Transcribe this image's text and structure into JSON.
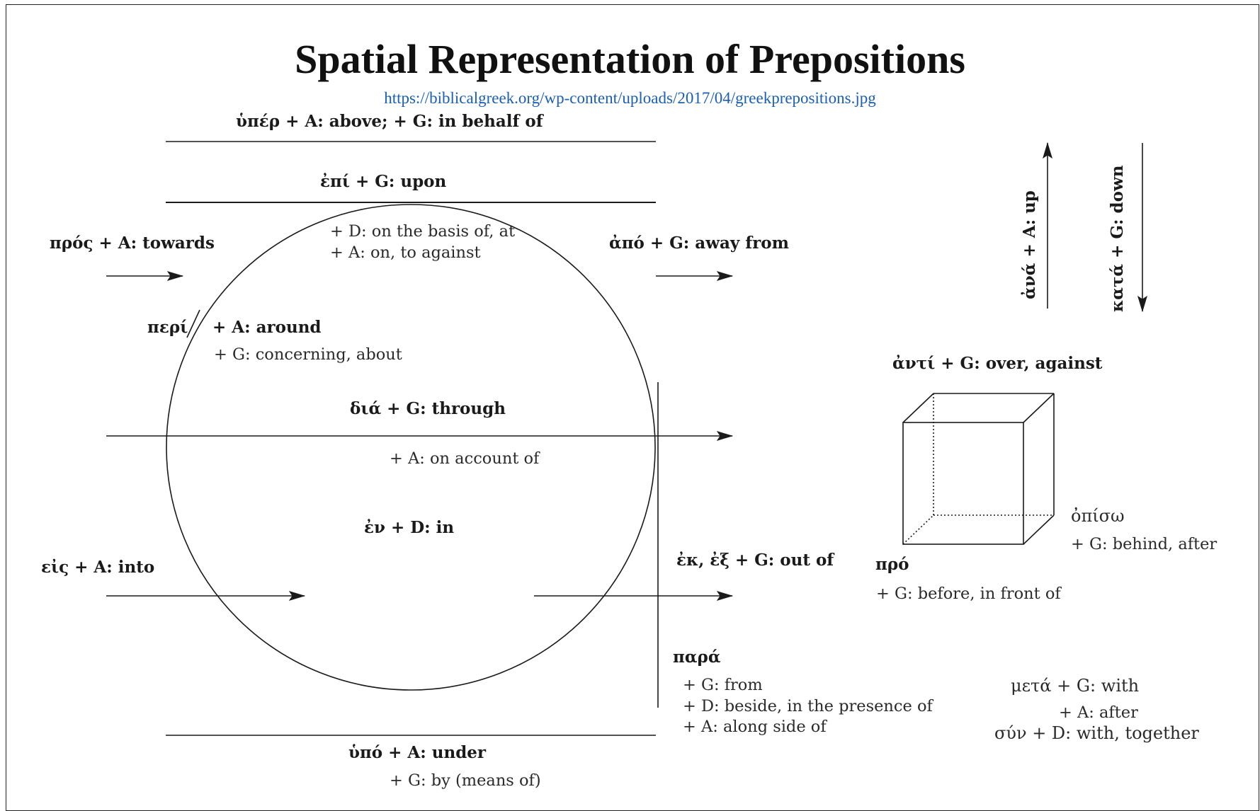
{
  "title": "Spatial Representation of Prepositions",
  "source_url": "https://biblicalgreek.org/wp-content/uploads/2017/04/greekprepositions.jpg",
  "labels": {
    "hyper": "ὑπέρ + A: above;  + G: in behalf of",
    "epi": "ἐπί + G: upon",
    "epi_d": "+ D: on the basis of, at",
    "epi_a": "+ A: on, to against",
    "pros": "πρός + A: towards",
    "apo": "ἀπό + G: away from",
    "peri": "περί",
    "peri_a": "+ A: around",
    "peri_g": "+ G: concerning, about",
    "dia": "διά + G: through",
    "dia_a": "+ A: on account of",
    "en": "ἐν + D: in",
    "eis": "εἰς + A: into",
    "ek": "ἐκ, ἐξ + G: out of",
    "para": "παρά",
    "para_g": "+ G: from",
    "para_d": "+ D: beside, in the presence of",
    "para_a": "+ A: along side of",
    "hypo": "ὑπό + A: under",
    "hypo_g": "+ G: by (means of)",
    "ana": "ἀνά + A: up",
    "kata": "κατά + G: down",
    "anti": "ἀντί + G: over, against",
    "opiso": "ὀπίσω",
    "opiso_g": "+ G: behind, after",
    "pro": "πρό",
    "pro_g": "+ G: before, in front of",
    "meta_g": "μετά + G: with",
    "meta_a": "+ A: after",
    "syn": "σύν + D: with, together"
  },
  "colors": {
    "ink": "#1a1a1a",
    "link": "#1a5fb4"
  }
}
